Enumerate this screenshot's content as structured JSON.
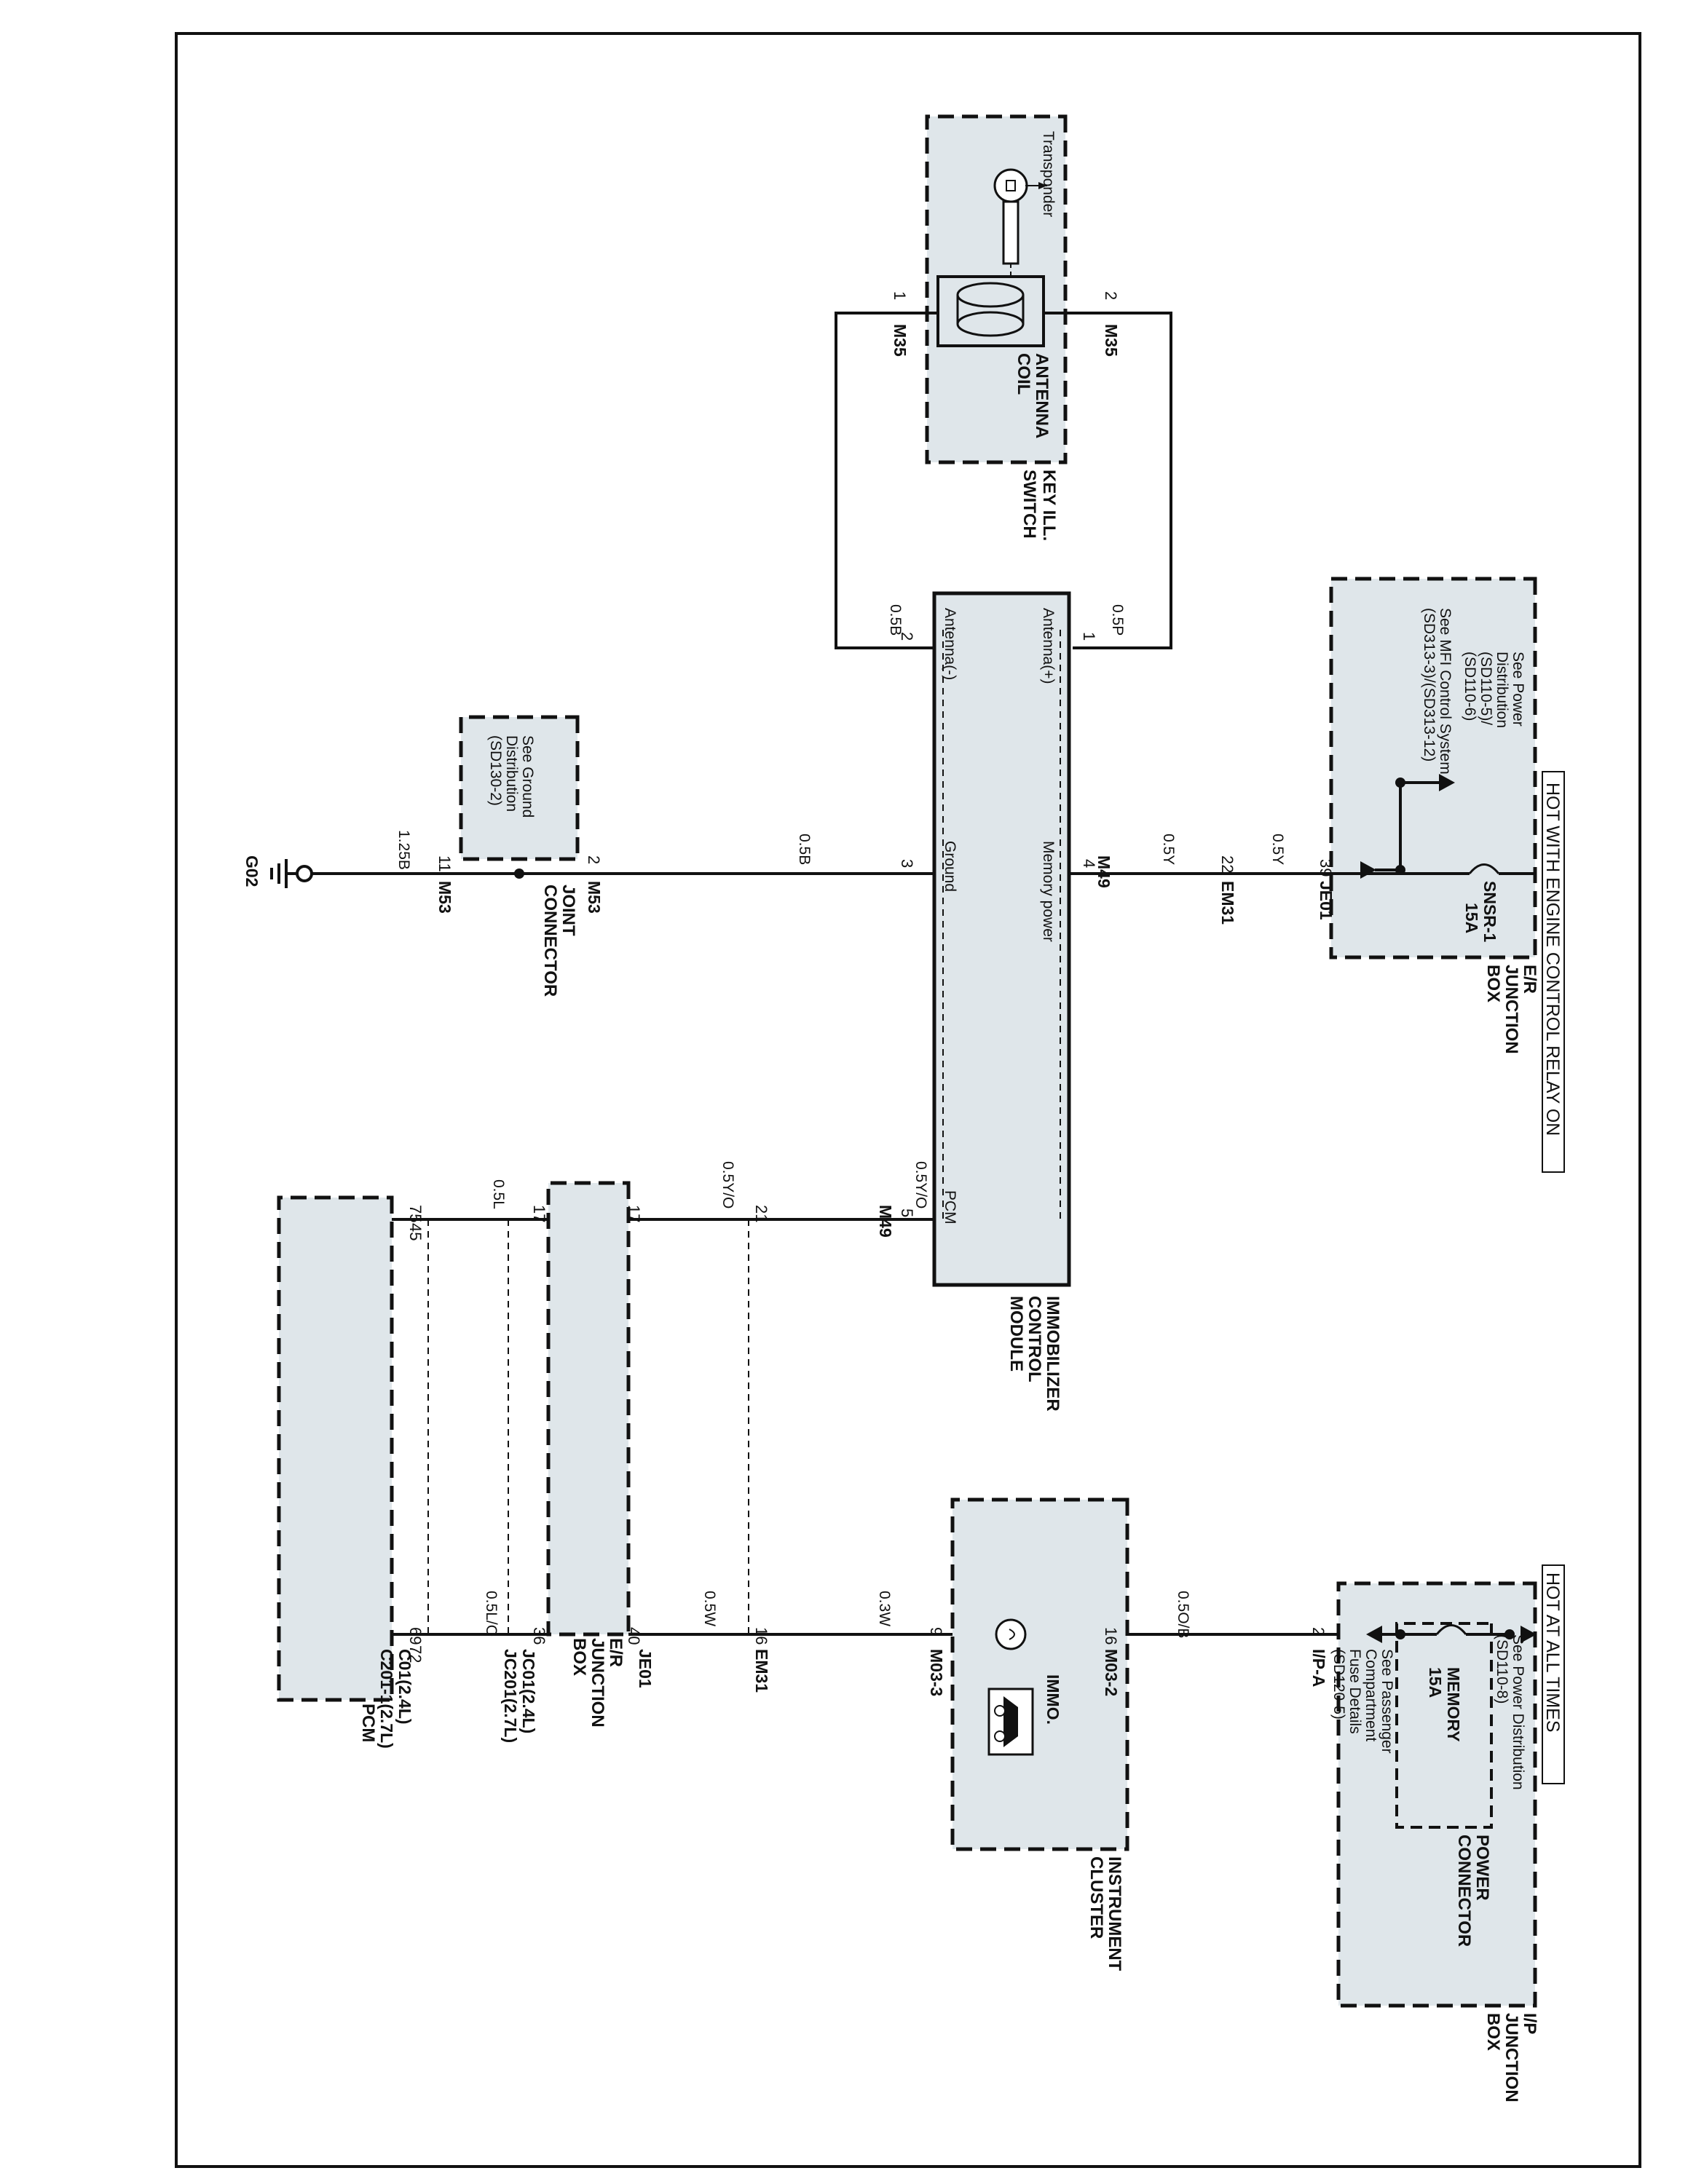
{
  "hot_engine_relay": "HOT WITH ENGINE CONTROL RELAY ON",
  "hot_always": "HOT AT ALL TIMES",
  "key_switch": {
    "name": [
      "KEY ILL.",
      "SWITCH"
    ],
    "transponder": "Transponder",
    "antenna_coil": [
      "ANTENNA",
      "COIL"
    ],
    "pin1": "1",
    "pin2": "2",
    "connector": "M35"
  },
  "er_box": {
    "name": [
      "E/R",
      "JUNCTION",
      "BOX"
    ],
    "power_ref": [
      "See Power",
      "Distribution",
      "(SD110-5)/",
      "(SD110-6)"
    ],
    "mfi_ref": [
      "See MFI Control System",
      "(SD313-3)/(SD313-12)"
    ],
    "fuse_name": "SNSR-1",
    "fuse_rating": "15A",
    "pin": "39",
    "connector": "JE01"
  },
  "ip_box": {
    "name": [
      "I/P",
      "JUNCTION",
      "BOX"
    ],
    "power_connector": [
      "POWER",
      "CONNECTOR"
    ],
    "power_ref": [
      "See Power Distribution",
      "(SD110-8)"
    ],
    "fuse_name": "MEMORY",
    "fuse_rating": "15A",
    "passenger_ref": [
      "See Passenger",
      "Compartment",
      "Fuse Details",
      "(SD120-5)"
    ],
    "pin": "2",
    "connector": "I/P-A"
  },
  "immobilizer": {
    "name": [
      "IMMOBILIZER",
      "CONTROL",
      "MODULE"
    ],
    "connector": "M49",
    "pins": [
      {
        "num": "1",
        "label": "Antenna(+)"
      },
      {
        "num": "2",
        "label": "Antenna(-)"
      },
      {
        "num": "3",
        "label": "Ground"
      },
      {
        "num": "4",
        "label": "Memory power"
      },
      {
        "num": "5",
        "label": "PCM"
      }
    ]
  },
  "joint_connector": {
    "name": [
      "JOINT",
      "CONNECTOR"
    ],
    "ground_ref": [
      "See Ground",
      "Distribution",
      "(SD130-2)"
    ],
    "pin_top": "2",
    "pin_bottom": "11",
    "connector": "M53"
  },
  "ground": "G02",
  "wires": {
    "pink": "0.5P",
    "black_coil": "0.5B",
    "yellow_upper": "0.5Y",
    "yellow_lower": "0.5Y",
    "black_ground": "0.5B",
    "black_125": "1.25B",
    "yo_upper": "0.5Y/O",
    "yo_lower": "0.5Y/O",
    "blue": "0.5L",
    "ob": "0.5O/B",
    "white_lower": "0.3W",
    "white_upper": "0.5W",
    "lo": "0.5L/O"
  },
  "em31_left": {
    "pin": "22",
    "connector": "EM31"
  },
  "em31_yo": {
    "pin": "21"
  },
  "je01_left": {
    "pin": "17"
  },
  "pcm_left": {
    "pin1": "75",
    "pin2": "45"
  },
  "er_box_lower": {
    "name": [
      "E/R",
      "JUNCTION",
      "BOX"
    ],
    "pin_left_top": "17",
    "pin_left_bot": "17",
    "pin_right_top": "40",
    "pin_right_bot": "36",
    "connector": "JE01"
  },
  "jc": {
    "a": "JC01(2.4L)",
    "b": "JC201(2.7L)"
  },
  "c01": {
    "a": "C01(2.4L)",
    "b": "C201-1(2.7L)",
    "pin1": "69",
    "pin2": "72"
  },
  "pcm_name": "PCM",
  "cluster": {
    "name": [
      "INSTRUMENT",
      "CLUSTER"
    ],
    "immo": "IMMO.",
    "pin_top": "16",
    "conn_top": "M03-2",
    "pin_bot": "9",
    "conn_bot": "M03-3"
  },
  "em31_right": {
    "pin": "16",
    "connector": "EM31"
  }
}
